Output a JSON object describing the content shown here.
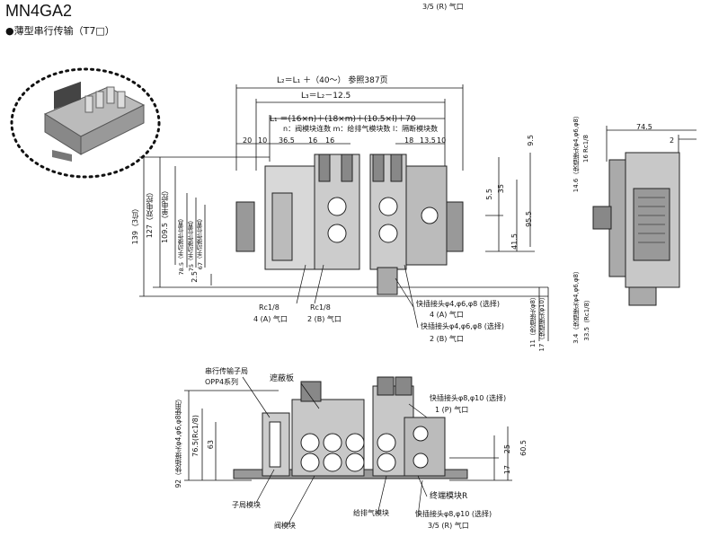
{
  "header": {
    "top_note": "3/5 (R) 气口",
    "title": "MN4GA2",
    "subtitle": "●薄型串行传输（T7□）"
  },
  "top_view": {
    "l2_formula": "L₂＝L₁  ＋（40～） 参照387页",
    "l3_formula": "L₃＝L₂－12.5",
    "l1_formula": "L₁    ＝(16×n)＋(18×m)＋(10.5×l)＋70",
    "l1_legend": "n：阀模块连数  m：给排气模块数  l：隔断模块数",
    "top_dims": [
      "20",
      "10",
      "36.5",
      "16",
      "16",
      "18",
      "13.5",
      "10"
    ],
    "right_dims": [
      "9.5",
      "5.5",
      "35",
      "41.5",
      "95.5"
    ],
    "left_dims": [
      "139（3位）",
      "127（双电控）",
      "109.5（单电控）",
      "78.5（手动操作位置）",
      "75（手动操作位置）",
      "67（手动操作位置）",
      "2.5"
    ],
    "bottom_right_dims": [
      "11（快插接头φ8）",
      "17（快插接头φ10）"
    ],
    "callouts": {
      "rc18_a": "Rc1/8",
      "port4a_a": "4 (A) 气口",
      "rc18_b": "Rc1/8",
      "port2b_a": "2 (B) 气口",
      "quick_a": "快插接头φ4,φ6,φ8 (选择)",
      "port4a_b": "4 (A) 气口",
      "quick_b": "快插接头φ4,φ6,φ8 (选择)",
      "port2b_b": "2 (B) 气口"
    }
  },
  "side_view": {
    "dims": [
      "74.5",
      "2"
    ],
    "left_dims_top": [
      "14.6（快插接头φ4,φ6,φ8）",
      "16 Rc1/8"
    ],
    "left_dims_bottom": [
      "3.4（快插接头φ4,φ6,φ8）",
      "33.5（Rc1/8）"
    ]
  },
  "bottom_view": {
    "station_label": "串行传输子局",
    "opp_label": "OPP4系列",
    "cover_label": "遮蔽板",
    "quick_p": "快插接头φ8,φ10 (选择)",
    "port1p": "1 (P) 气口",
    "left_dims": [
      "92（快插接头φ4,φ6,φ8使用）",
      "76.5(Rc1/8)",
      "63"
    ],
    "right_dims": [
      "25",
      "60.5",
      "17"
    ],
    "sub_module": "子局模块",
    "valve_module": "阀模块",
    "supply_module": "给排气模块",
    "end_module": "终端模块R",
    "quick_r": "快插接头φ8,φ10 (选择)",
    "port35r": "3/5 (R) 气口"
  }
}
